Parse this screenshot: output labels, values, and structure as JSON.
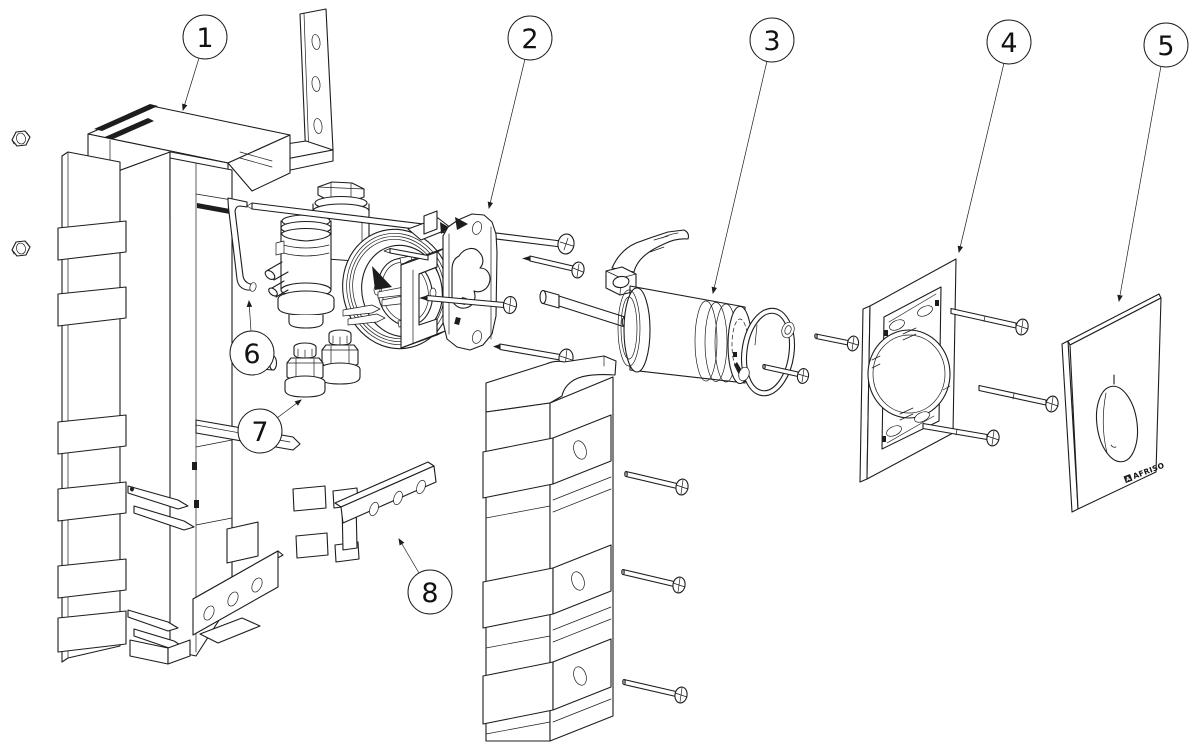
{
  "page": {
    "background_color": "#ffffff",
    "line_color": "#1d1d1d"
  },
  "diagram": {
    "kind": "exploded-assembly-technical-drawing",
    "brand_label": "AFRISO",
    "logo_mark": "A",
    "callouts": [
      {
        "label": "1"
      },
      {
        "label": "2"
      },
      {
        "label": "3"
      },
      {
        "label": "4"
      },
      {
        "label": "5"
      },
      {
        "label": "6"
      },
      {
        "label": "7"
      },
      {
        "label": "8"
      }
    ]
  }
}
